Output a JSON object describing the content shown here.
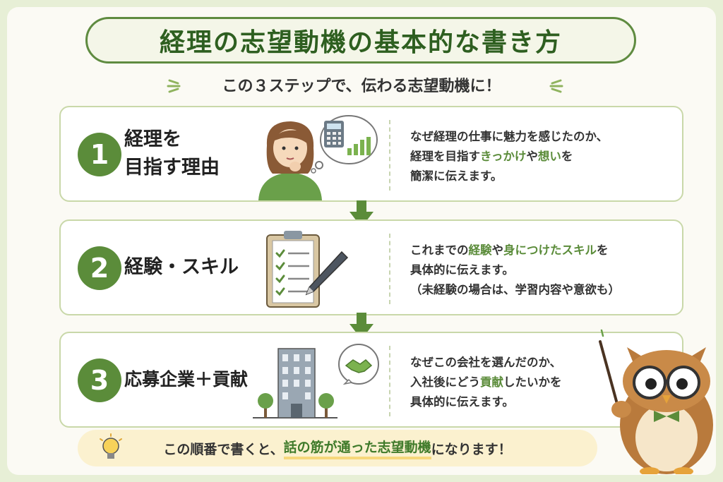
{
  "title": "経理の志望動機の基本的な書き方",
  "subtitle": "この３ステップで、伝わる志望動機に！",
  "steps": [
    {
      "number": "1",
      "title_line1": "経理を",
      "title_line2": "目指す理由",
      "desc_line1": "なぜ経理の仕事に魅力を感じたのか、",
      "desc_line2_a": "経理を目指す",
      "desc_line2_h1": "きっかけ",
      "desc_line2_b": "や",
      "desc_line2_h2": "想い",
      "desc_line2_c": "を",
      "desc_line3": "簡潔に伝えます。"
    },
    {
      "number": "2",
      "title_line1": "経験・スキル",
      "desc_line1_a": "これまでの",
      "desc_line1_h1": "経験",
      "desc_line1_b": "や",
      "desc_line1_h2": "身につけたスキル",
      "desc_line1_c": "を",
      "desc_line2": "具体的に伝えます。",
      "desc_line3": "（未経験の場合は、学習内容や意欲も）"
    },
    {
      "number": "3",
      "title_line1": "応募企業＋貢献",
      "desc_line1": "なぜこの会社を選んだのか、",
      "desc_line2_a": "入社後にどう",
      "desc_line2_h1": "貢献",
      "desc_line2_b": "したいかを",
      "desc_line3": "具体的に伝えます。"
    }
  ],
  "bottom": {
    "text_a": "この順番で書くと、",
    "text_highlight": "話の筋が通った志望動機",
    "text_b": "になります！"
  },
  "colors": {
    "accent_green": "#5b8c3a",
    "title_green": "#2e5f20",
    "background": "#e7efd6",
    "highlight_yellow": "#fbf1cf"
  },
  "icons": [
    "lightbulb-icon",
    "thinking-woman-illustration",
    "calculator-icon",
    "clipboard-checklist-icon",
    "pen-icon",
    "office-building-icon",
    "handshake-icon",
    "owl-mascot-illustration"
  ]
}
